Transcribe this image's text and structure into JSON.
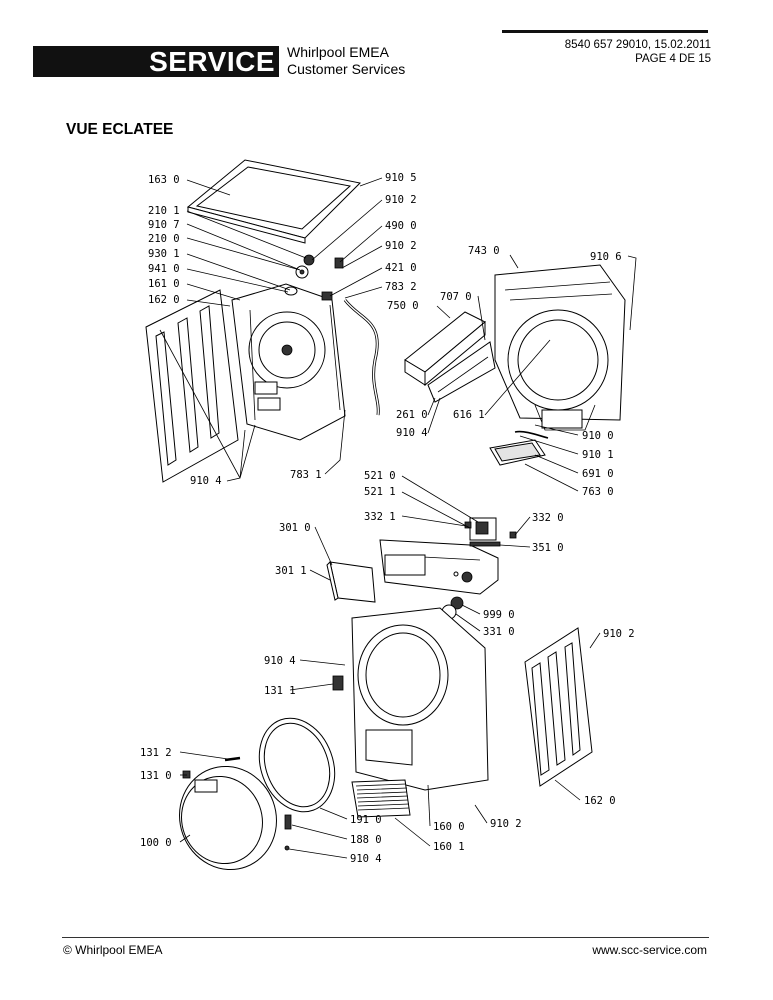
{
  "header": {
    "service_label": "SERVICE",
    "company_line1": "Whirlpool EMEA",
    "company_line2": "Customer Services",
    "doc_ref": "8540 657 29010, 15.02.2011",
    "page": "PAGE 4 DE 15"
  },
  "title": "VUE ECLATEE",
  "footer": {
    "left": "© Whirlpool EMEA",
    "right": "www.scc-service.com"
  },
  "parts": {
    "p1630": "163 0",
    "p9105": "910 5",
    "p2101": "210 1",
    "p9102a": "910 2",
    "p9107": "910 7",
    "p4900": "490 0",
    "p2100": "210 0",
    "p9102b": "910 2",
    "p9301": "930 1",
    "p4210": "421 0",
    "p9410": "941 0",
    "p7832": "783 2",
    "p1610": "161 0",
    "p7500": "750 0",
    "p7070": "707 0",
    "p1620a": "162 0",
    "p7430": "743 0",
    "p9106": "910 6",
    "p2610": "261 0",
    "p6161": "616 1",
    "p9104a": "910 4",
    "p9100": "910 0",
    "p9101": "910 1",
    "p6910": "691 0",
    "p7630": "763 0",
    "p9104b": "910 4",
    "p7831": "783 1",
    "p5210": "521 0",
    "p5211": "521 1",
    "p3321": "332 1",
    "p3320": "332 0",
    "p3010": "301 0",
    "p3510": "351 0",
    "p3011": "301 1",
    "p9990": "999 0",
    "p3310": "331 0",
    "p9102c": "910 2",
    "p9104c": "910 4",
    "p1311": "131 1",
    "p1312": "131 2",
    "p1310": "131 0",
    "p1910": "191 0",
    "p1000": "100 0",
    "p1880": "188 0",
    "p9104d": "910 4",
    "p1600": "160 0",
    "p9102d": "910 2",
    "p1601": "160 1",
    "p1620b": "162 0"
  }
}
